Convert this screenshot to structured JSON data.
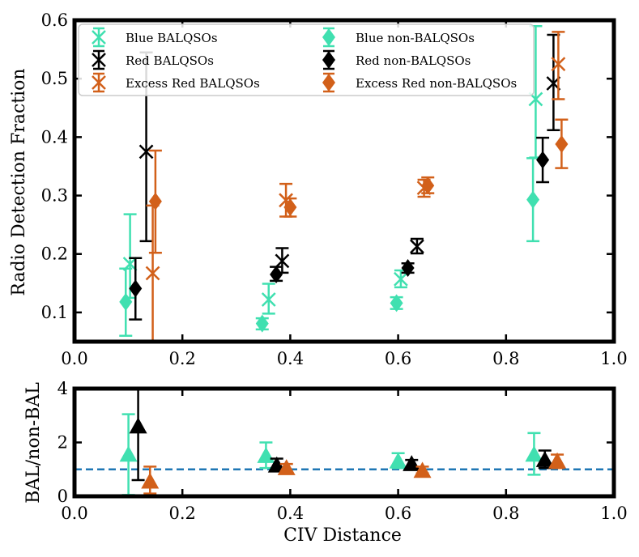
{
  "chart_data": {
    "type": "scatter",
    "xlabel": "CIV Distance",
    "colors": {
      "blue": "#40e0b0",
      "black": "#000000",
      "orange": "#d2601a",
      "ratio_line": "#1f77b4"
    },
    "top_panel": {
      "ylabel": "Radio Detection Fraction",
      "xlim": [
        0.0,
        1.0
      ],
      "ylim": [
        0.05,
        0.6
      ],
      "xticks": [
        "0.0",
        "0.2",
        "0.4",
        "0.6",
        "0.8",
        "1.0"
      ],
      "yticks": [
        "0.1",
        "0.2",
        "0.3",
        "0.4",
        "0.5",
        "0.6"
      ],
      "legend_position": "top",
      "series": [
        {
          "name": "Blue BALQSOs",
          "color": "blue",
          "marker": "x",
          "points": [
            {
              "x": 0.103,
              "y": 0.183,
              "err": [
                0.125,
                0.268
              ]
            },
            {
              "x": 0.36,
              "y": 0.122,
              "err": [
                0.098,
                0.149
              ]
            },
            {
              "x": 0.605,
              "y": 0.157,
              "err": [
                0.143,
                0.172
              ]
            },
            {
              "x": 0.855,
              "y": 0.465,
              "err": [
                0.365,
                0.59
              ]
            }
          ]
        },
        {
          "name": "Red BALQSOs",
          "color": "black",
          "marker": "x",
          "points": [
            {
              "x": 0.133,
              "y": 0.375,
              "err": [
                0.222,
                0.545
              ]
            },
            {
              "x": 0.385,
              "y": 0.188,
              "err": [
                0.168,
                0.21
              ]
            },
            {
              "x": 0.635,
              "y": 0.213,
              "err": [
                0.201,
                0.226
              ]
            },
            {
              "x": 0.888,
              "y": 0.492,
              "err": [
                0.412,
                0.575
              ]
            }
          ]
        },
        {
          "name": "Excess Red BALQSOs",
          "color": "orange",
          "marker": "x",
          "points": [
            {
              "x": 0.145,
              "y": 0.167,
              "err": [
                0.04,
                0.283
              ]
            },
            {
              "x": 0.392,
              "y": 0.292,
              "err": [
                0.264,
                0.32
              ]
            },
            {
              "x": 0.648,
              "y": 0.313,
              "err": [
                0.298,
                0.327
              ]
            },
            {
              "x": 0.897,
              "y": 0.525,
              "err": [
                0.465,
                0.58
              ]
            }
          ]
        },
        {
          "name": "Blue non-BALQSOs",
          "color": "blue",
          "marker": "D",
          "points": [
            {
              "x": 0.095,
              "y": 0.118,
              "err": [
                0.06,
                0.175
              ]
            },
            {
              "x": 0.348,
              "y": 0.081,
              "err": [
                0.071,
                0.09
              ]
            },
            {
              "x": 0.597,
              "y": 0.116,
              "err": [
                0.106,
                0.126
              ]
            },
            {
              "x": 0.85,
              "y": 0.293,
              "err": [
                0.222,
                0.364
              ]
            }
          ]
        },
        {
          "name": "Red non-BALQSOs",
          "color": "black",
          "marker": "D",
          "points": [
            {
              "x": 0.113,
              "y": 0.141,
              "err": [
                0.088,
                0.193
              ]
            },
            {
              "x": 0.374,
              "y": 0.165,
              "err": [
                0.154,
                0.178
              ]
            },
            {
              "x": 0.618,
              "y": 0.176,
              "err": [
                0.168,
                0.184
              ]
            },
            {
              "x": 0.868,
              "y": 0.361,
              "err": [
                0.323,
                0.399
              ]
            }
          ]
        },
        {
          "name": "Excess Red non-BALQSOs",
          "color": "orange",
          "marker": "D",
          "points": [
            {
              "x": 0.15,
              "y": 0.29,
              "err": [
                0.202,
                0.377
              ]
            },
            {
              "x": 0.4,
              "y": 0.28,
              "err": [
                0.264,
                0.295
              ]
            },
            {
              "x": 0.655,
              "y": 0.317,
              "err": [
                0.304,
                0.331
              ]
            },
            {
              "x": 0.903,
              "y": 0.388,
              "err": [
                0.347,
                0.43
              ]
            }
          ]
        }
      ]
    },
    "bottom_panel": {
      "ylabel": "BAL/non-BAL",
      "xlim": [
        0.0,
        1.0
      ],
      "ylim": [
        0,
        4
      ],
      "xticks": [
        "0.0",
        "0.2",
        "0.4",
        "0.6",
        "0.8",
        "1.0"
      ],
      "yticks": [
        "0",
        "2",
        "4"
      ],
      "reference_line": 1.0,
      "series": [
        {
          "color": "blue",
          "marker": "^",
          "points": [
            {
              "x": 0.1,
              "y": 1.55,
              "err": [
                0.05,
                3.05
              ]
            },
            {
              "x": 0.355,
              "y": 1.5,
              "err": [
                1.05,
                2.0
              ]
            },
            {
              "x": 0.6,
              "y": 1.3,
              "err": [
                1.05,
                1.6
              ]
            },
            {
              "x": 0.852,
              "y": 1.55,
              "err": [
                0.8,
                2.35
              ]
            }
          ]
        },
        {
          "color": "black",
          "marker": "^",
          "points": [
            {
              "x": 0.118,
              "y": 2.6,
              "err": [
                0.6,
                4.0
              ]
            },
            {
              "x": 0.375,
              "y": 1.15,
              "err": [
                0.95,
                1.4
              ]
            },
            {
              "x": 0.625,
              "y": 1.2,
              "err": [
                1.05,
                1.35
              ]
            },
            {
              "x": 0.872,
              "y": 1.35,
              "err": [
                1.05,
                1.7
              ]
            }
          ]
        },
        {
          "color": "orange",
          "marker": "^",
          "points": [
            {
              "x": 0.14,
              "y": 0.55,
              "err": [
                0.1,
                1.1
              ]
            },
            {
              "x": 0.393,
              "y": 1.05,
              "err": [
                0.9,
                1.2
              ]
            },
            {
              "x": 0.645,
              "y": 0.95,
              "err": [
                0.85,
                1.1
              ]
            },
            {
              "x": 0.895,
              "y": 1.3,
              "err": [
                1.05,
                1.55
              ]
            }
          ]
        }
      ]
    }
  }
}
